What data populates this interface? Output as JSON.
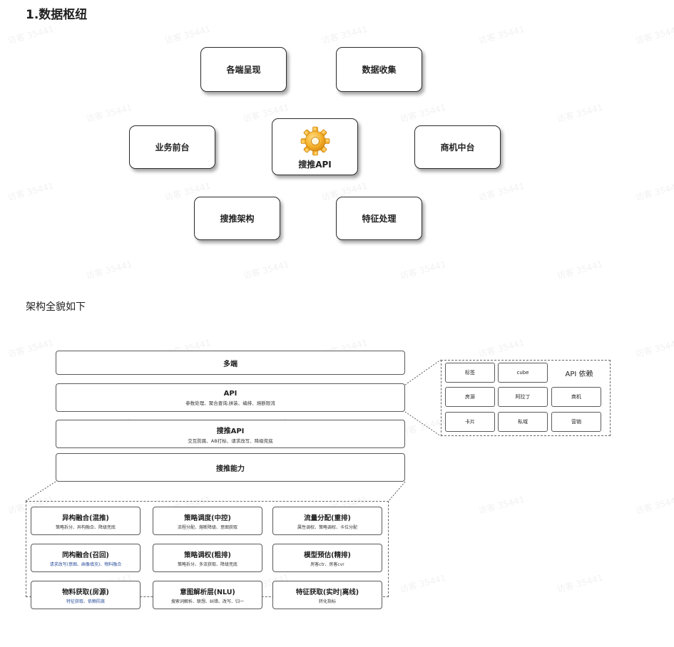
{
  "heading": "1.数据枢纽",
  "hub": {
    "center": "搜推API",
    "top_left": "各端呈现",
    "top_right": "数据收集",
    "middle_left": "业务前台",
    "middle_right": "商机中台",
    "bottom_left": "搜推架构",
    "bottom_right": "特征处理",
    "center_icon": "gear-icon"
  },
  "subheading": "架构全貌如下",
  "layers": [
    {
      "title": "多端",
      "subtitle": ""
    },
    {
      "title": "API",
      "subtitle": "参数处理、聚合查询,拼装、编排、熔断限流"
    },
    {
      "title": "搜推API",
      "subtitle": "交互防腐、AB打标、请求改写、降级兜底"
    },
    {
      "title": "搜推能力",
      "subtitle": ""
    }
  ],
  "api_deps": {
    "title": "API 依赖",
    "items": [
      "标签",
      "cube",
      "房源",
      "阿拉丁",
      "商机",
      "卡片",
      "私域",
      "营销"
    ]
  },
  "capabilities": [
    {
      "title": "异构融合(混推)",
      "subtitle": "策略拆分、异构融合、降级兜底"
    },
    {
      "title": "策略调度(中控)",
      "subtitle": "流程分配、熔断降级、意图获取"
    },
    {
      "title": "流量分配(重排)",
      "subtitle": "属性调权、策略调权、卡位分配"
    },
    {
      "title": "同构融合(召回)",
      "subtitle": "请求改写(意图、画像填充)、物料融合"
    },
    {
      "title": "策略调权(粗排)",
      "subtitle": "策略拆分、多流获取、降级兜底"
    },
    {
      "title": "模型预估(精排)",
      "subtitle": "房客ctr、房客cvr"
    },
    {
      "title": "物料获取(房源)",
      "subtitle": "特征获取、依赖防腐"
    },
    {
      "title": "意图解析层(NLU)",
      "subtitle": "搜索词解析、联想、纠错、改写、归一"
    },
    {
      "title": "特征获取(实时|离线)",
      "subtitle": "转化指标"
    }
  ],
  "watermark": "访客 35441",
  "colors": {
    "border": "#2a2a2a",
    "blue_text": "#2b4f9c",
    "gear": "#f0a321"
  }
}
